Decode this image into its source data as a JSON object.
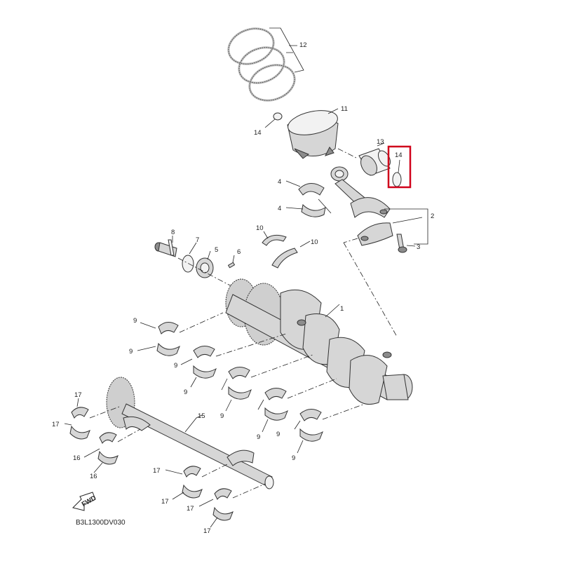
{
  "diagram": {
    "callouts": {
      "c1": "1",
      "c2": "2",
      "c3": "3",
      "c4a": "4",
      "c4b": "4",
      "c5": "5",
      "c6": "6",
      "c7": "7",
      "c8": "8",
      "c9a": "9",
      "c9b": "9",
      "c9c": "9",
      "c9d": "9",
      "c9e": "9",
      "c9f": "9",
      "c9g": "9",
      "c9h": "9",
      "c10a": "10",
      "c10b": "10",
      "c11": "11",
      "c12": "12",
      "c13": "13",
      "c14a": "14",
      "c14b": "14",
      "c15": "15",
      "c16a": "16",
      "c16b": "16",
      "c17a": "17",
      "c17b": "17",
      "c17c": "17",
      "c17d": "17",
      "c17e": "17",
      "c17f": "17"
    },
    "fwd_label": "FWD",
    "diagram_code": "B3L1300DV030",
    "highlight_color": "#d0021b"
  }
}
